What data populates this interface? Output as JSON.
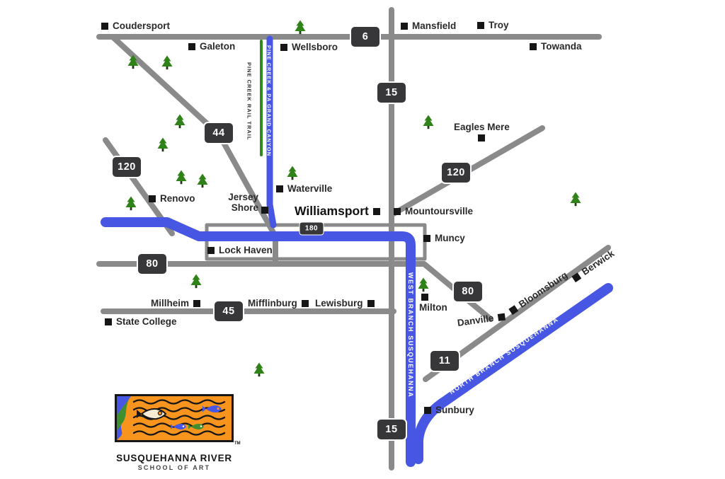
{
  "map": {
    "colors": {
      "road": "#8a8a8a",
      "river": "#4757e3",
      "trail": "#2f8a1f",
      "tree": "#2f8218",
      "shield": "#37373a",
      "marker": "#161616"
    },
    "towns": [
      {
        "name": "Coudersport"
      },
      {
        "name": "Mansfield"
      },
      {
        "name": "Troy"
      },
      {
        "name": "Towanda"
      },
      {
        "name": "Galeton"
      },
      {
        "name": "Wellsboro"
      },
      {
        "name": "Eagles Mere"
      },
      {
        "name": "Renovo"
      },
      {
        "name": "Jersey Shore"
      },
      {
        "name": "Waterville"
      },
      {
        "name": "Williamsport"
      },
      {
        "name": "Mountoursville"
      },
      {
        "name": "Muncy"
      },
      {
        "name": "Lock Haven"
      },
      {
        "name": "Millheim"
      },
      {
        "name": "Mifflinburg"
      },
      {
        "name": "Lewisburg"
      },
      {
        "name": "State College"
      },
      {
        "name": "Milton"
      },
      {
        "name": "Danville"
      },
      {
        "name": "Bloomsburg"
      },
      {
        "name": "Berwick"
      },
      {
        "name": "Sunbury"
      }
    ],
    "shields": [
      {
        "number": "6"
      },
      {
        "number": "15"
      },
      {
        "number": "44"
      },
      {
        "number": "120"
      },
      {
        "number": "120"
      },
      {
        "number": "180"
      },
      {
        "number": "80"
      },
      {
        "number": "80"
      },
      {
        "number": "45"
      },
      {
        "number": "11"
      },
      {
        "number": "15"
      }
    ],
    "waterways": {
      "west_branch": "WEST BRANCH SUSQUEHANNA",
      "north_branch": "NORTH BRANCH SUSQUEHANNA",
      "pine_creek": "PINE CREEK & PA GRAND CANYON",
      "rail_trail": "PINE CREEK RAIL TRAIL"
    },
    "logo": {
      "title": "SUSQUEHANNA RIVER",
      "subtitle": "SCHOOL OF ART",
      "trademark": "TM"
    }
  }
}
